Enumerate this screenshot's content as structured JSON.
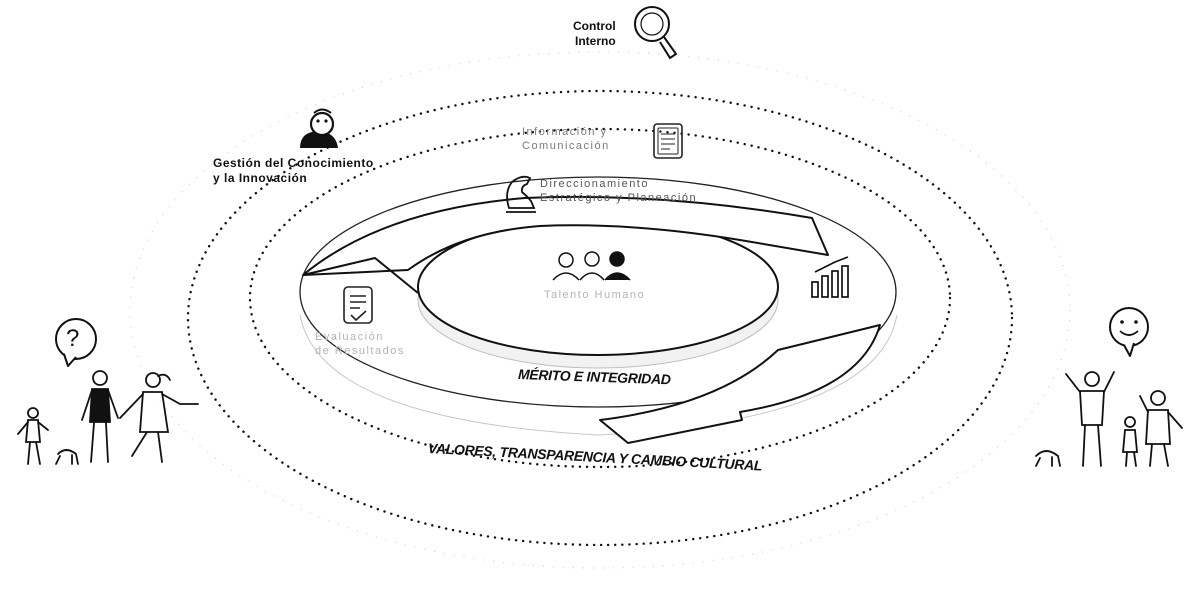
{
  "dimensions": {
    "control_interno": "Control Interno",
    "gestion_conocimiento": "Gestión del Conocimiento y la Innovación",
    "informacion_comunicacion": "Información y Comunicación",
    "direccionamiento": "Direccionamiento Estratégico y Planeación",
    "talento_humano": "Talento Humano",
    "evaluacion_resultados": "Evaluación de Resultados"
  },
  "labels": {
    "control_l1": "Control",
    "control_l2": "Interno",
    "gestion_l1": "Gestión del Conocimiento",
    "gestion_l2": "y la Innovación",
    "info_l1": "Información y",
    "info_l2": "Comunicación",
    "dir_l1": "Direccionamiento",
    "dir_l2": "Estratégico y Planeación",
    "talento": "Talento Humano",
    "eval_l1": "Evaluación",
    "eval_l2": "de Resultados"
  },
  "bands": {
    "inner": "MÉRITO E INTEGRIDAD",
    "outer": "VALORES, TRANSPARENCIA Y CAMBIO CULTURAL"
  },
  "faces": {
    "left": "?"
  },
  "icons": [
    "magnifier-icon",
    "person-head-icon",
    "document-icon",
    "chess-knight-icon",
    "people-group-icon",
    "bar-chart-icon",
    "checklist-icon",
    "question-bubble-icon",
    "smiley-bubble-icon"
  ]
}
